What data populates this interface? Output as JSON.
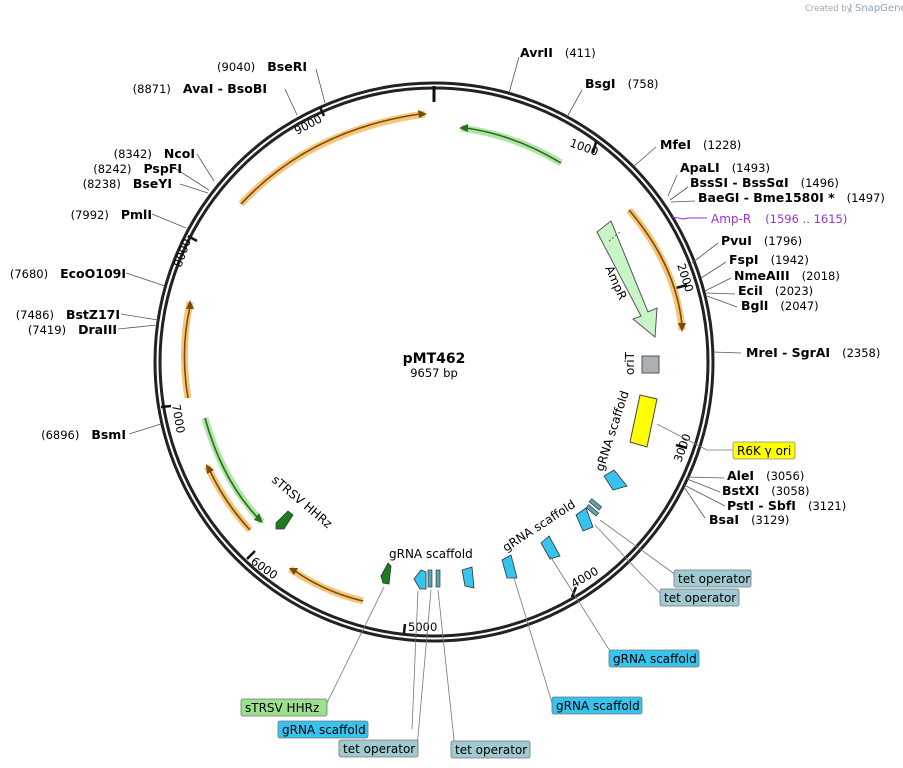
{
  "credit": {
    "prefix": "Created by",
    "brand": "SnapGene"
  },
  "plasmid": {
    "name": "pMT462",
    "length_label": "9657 bp",
    "length": 9657
  },
  "colors": {
    "backbone": "#222222",
    "orange_feature": "#f3ad3f",
    "green_feature": "#9be08f",
    "ampr": "#c8f5c8",
    "gRNA": "#36c3ee",
    "tet_operator": "#a0cad2",
    "sTRSV": "#1b7d1b",
    "r6k": "#ffff00",
    "primer_bind": "#9933cc"
  },
  "ticks": [
    "1000",
    "2000",
    "3000",
    "4000",
    "5000",
    "6000",
    "7000",
    "8000",
    "9000"
  ],
  "sites": [
    {
      "name": "AvrII",
      "pos": "(411)"
    },
    {
      "name": "BsgI",
      "pos": "(758)"
    },
    {
      "name": "MfeI",
      "pos": "(1228)"
    },
    {
      "name": "ApaLI",
      "pos": "(1493)"
    },
    {
      "name": "BssSI  -  BssSαI",
      "pos": "(1496)"
    },
    {
      "name": "BaeGI  -  Bme1580I *",
      "pos": "(1497)"
    },
    {
      "name": "PvuI",
      "pos": "(1796)"
    },
    {
      "name": "FspI",
      "pos": "(1942)"
    },
    {
      "name": "NmeAIII",
      "pos": "(2018)"
    },
    {
      "name": "EciI",
      "pos": "(2023)"
    },
    {
      "name": "BglI",
      "pos": "(2047)"
    },
    {
      "name": "MreI  -  SgrAI",
      "pos": "(2358)"
    },
    {
      "name": "AleI",
      "pos": "(3056)"
    },
    {
      "name": "BstXI",
      "pos": "(3058)"
    },
    {
      "name": "PstI  -  SbfI",
      "pos": "(3121)"
    },
    {
      "name": "BsaI",
      "pos": "(3129)"
    },
    {
      "name": "BsmI",
      "pos": "(6896)"
    },
    {
      "name": "DraIII",
      "pos": "(7419)"
    },
    {
      "name": "BstZ17I",
      "pos": "(7486)"
    },
    {
      "name": "EcoO109I",
      "pos": "(7680)"
    },
    {
      "name": "PmlI",
      "pos": "(7992)"
    },
    {
      "name": "BseYI",
      "pos": "(8238)"
    },
    {
      "name": "PspFI",
      "pos": "(8242)"
    },
    {
      "name": "NcoI",
      "pos": "(8342)"
    },
    {
      "name": "AvaI  -  BsoBI",
      "pos": "(8871)"
    },
    {
      "name": "BseRI",
      "pos": "(9040)"
    }
  ],
  "primer": {
    "name": "Amp-R",
    "pos": "(1596 .. 1615)"
  },
  "features": {
    "ampr": "AmpR",
    "ori": "oriT",
    "gRNA_scaffold": "gRNA scaffold",
    "strsv": "sTRSV HHRz"
  },
  "callouts": {
    "r6k": "R6K γ ori",
    "tet_op_1": "tet operator",
    "tet_op_2": "tet operator",
    "grna_1": "gRNA scaffold",
    "grna_2": "gRNA scaffold",
    "strsv": "sTRSV HHRz",
    "grna_3": "gRNA scaffold",
    "tet_op_3": "tet operator",
    "tet_op_4": "tet operator"
  }
}
